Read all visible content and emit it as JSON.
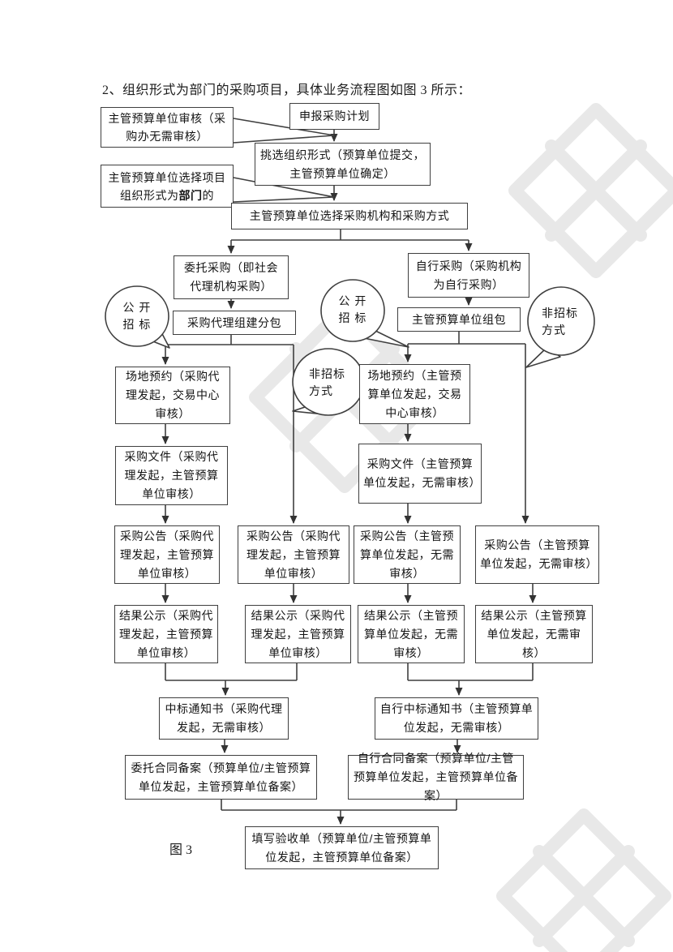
{
  "page": {
    "title": "2、组织形式为部门的采购项目，具体业务流程图如图 3 所示：",
    "figure_caption": "图 3"
  },
  "flow": {
    "review_note": "主管预算单位审核（采购办无需审核）",
    "declare_plan": "申报采购计划",
    "select_form": "挑选组织形式（预算单位提交，主管预算单位确定）",
    "choose_form_pre": "主管预算单位选择项目组织形式为",
    "choose_form_bold": "部门",
    "choose_form_post": "的",
    "select_method": "主管预算单位选择采购机构和采购方式",
    "entrust_purchase": "委托采购（即社会代理机构采购）",
    "self_purchase": "自行采购（采购机构为自行采购）",
    "agency_subpackage": "采购代理组建分包",
    "unit_package": "主管预算单位组包",
    "venue_agency": "场地预约（采购代理发起，交易中心审核）",
    "venue_unit": "场地预约（主管预算单位发起，交易中心审核）",
    "doc_agency": "采购文件（采购代理发起，主管预算单位审核）",
    "doc_unit": "采购文件（主管预算单位发起，无需审核）",
    "notice_agency_1": "采购公告（采购代理发起，主管预算单位审核）",
    "notice_agency_2": "采购公告（采购代理发起，主管预算单位审核）",
    "notice_unit_1": "采购公告（主管预算单位发起，无需审核）",
    "notice_unit_2": "采购公告（主管预算单位发起，无需审核）",
    "result_agency_1": "结果公示（采购代理发起，主管预算单位审核）",
    "result_agency_2": "结果公示（采购代理发起，主管预算单位审核）",
    "result_unit_1": "结果公示（主管预算单位发起，无需审核）",
    "result_unit_2": "结果公示（主管预算单位发起，无需审核）",
    "award_agency": "中标通知书（采购代理发起，无需审核）",
    "award_self": "自行中标通知书（主管预算单位发起，无需审核）",
    "contract_entrust": "委托合同备案（预算单位/主管预算单位发起，主管预算单位备案）",
    "contract_self": "自行合同备案（预算单位/主管预算单位发起，主管预算单位备案）",
    "acceptance": "填写验收单（预算单位/主管预算单位发起，主管预算单位备案）"
  },
  "bubbles": {
    "open_bid_left": {
      "line1": "公 开",
      "line2": "招 标"
    },
    "open_bid_right": {
      "line1": "公 开",
      "line2": "招 标"
    },
    "non_bid_mid": {
      "line1": "非招标",
      "line2": "方式"
    },
    "non_bid_right": {
      "line1": "非招标",
      "line2": "方式"
    }
  },
  "colors": {
    "line": "#3f3f3f",
    "text": "#141414",
    "watermark": "#e6e6e6"
  }
}
